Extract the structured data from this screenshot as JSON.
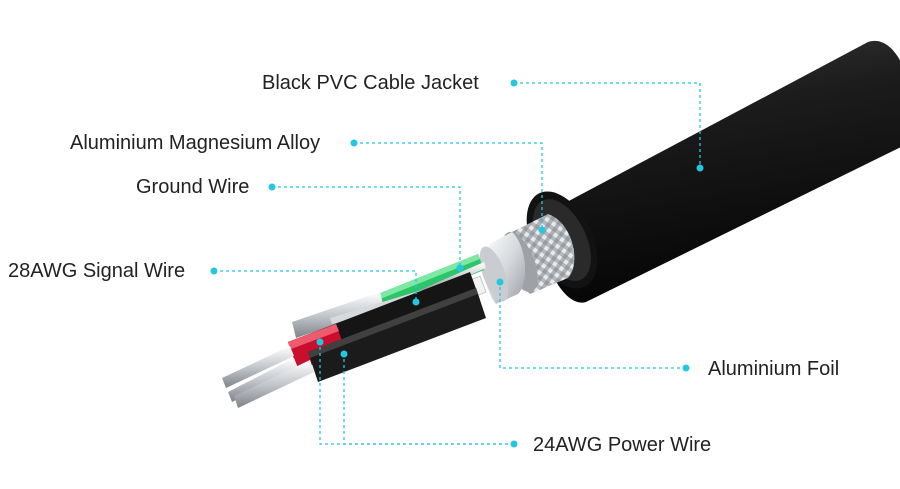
{
  "accent_color": "#22c8e0",
  "labels": {
    "jacket": "Black PVC Cable Jacket",
    "alloy": "Aluminium Magnesium Alloy",
    "ground": "Ground Wire",
    "signal": "28AWG Signal Wire",
    "foil": "Aluminium Foil",
    "power": "24AWG Power Wire"
  },
  "wire_colors": {
    "jacket": "#1a1a1a",
    "signal_green": "#2ec46a",
    "signal_white": "#f2f2f2",
    "power_red": "#c8102e",
    "power_black": "#151515",
    "conductor": "#c9ccd1"
  }
}
